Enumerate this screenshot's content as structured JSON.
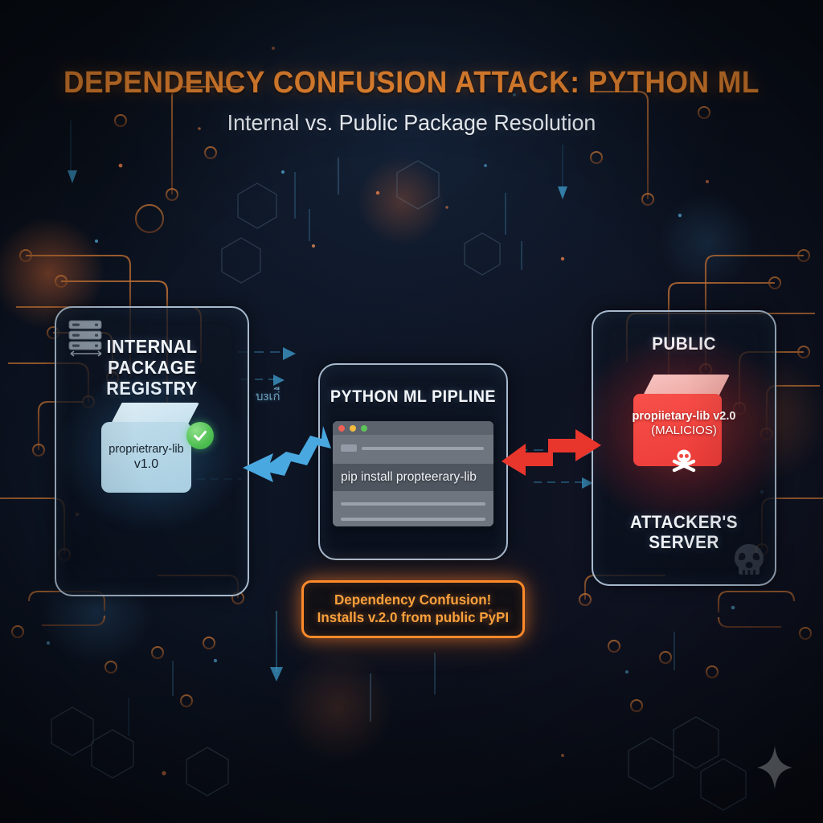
{
  "header": {
    "title": "DEPENDENCY CONFUSION ATTACK: PYTHON ML",
    "subtitle": "Internal vs. Public Package Resolution"
  },
  "cards": {
    "internal": {
      "title_line1": "INTERNAL",
      "title_line2": "PACKAGE REGISTRY",
      "icon": "server-rack-icon",
      "package": {
        "name": "proprietrary-lib",
        "version": "v1.0",
        "status_icon": "green-check-icon",
        "color": "#b4d6e6"
      }
    },
    "pipeline": {
      "title": "PYTHON ML PIPLINE",
      "terminal": {
        "dots": [
          "#ee5f56",
          "#f2bb3f",
          "#5ec45a"
        ],
        "command": "pip install propteerary-lib"
      }
    },
    "public": {
      "title": "PUBLIC",
      "footer_line1": "ATTACKER'S",
      "footer_line2": "SERVER",
      "package": {
        "name": "propiietary-lib v2.0",
        "tag": "(MALICIOS)",
        "status_icon": "skull-crossbones-icon",
        "color": "#f04a44"
      },
      "watermark_icon": "skull-icon"
    }
  },
  "arrows": {
    "left": {
      "name": "blue-lightning-arrow-left",
      "color": "#4aa8e0"
    },
    "right": {
      "name": "red-lightning-arrow-bidirectional",
      "color": "#e8362c"
    }
  },
  "callout": {
    "line1": "Dependency Confusion!",
    "line2": "Installs v.2.0 from public PyPI",
    "color": "#ff8a2a"
  },
  "decor": {
    "glyph_text": "บзเก่ี",
    "sparkle_icon": "four-point-star-icon",
    "circuit_color": "#c4682e",
    "accent_cyan": "#3f9fd0"
  }
}
